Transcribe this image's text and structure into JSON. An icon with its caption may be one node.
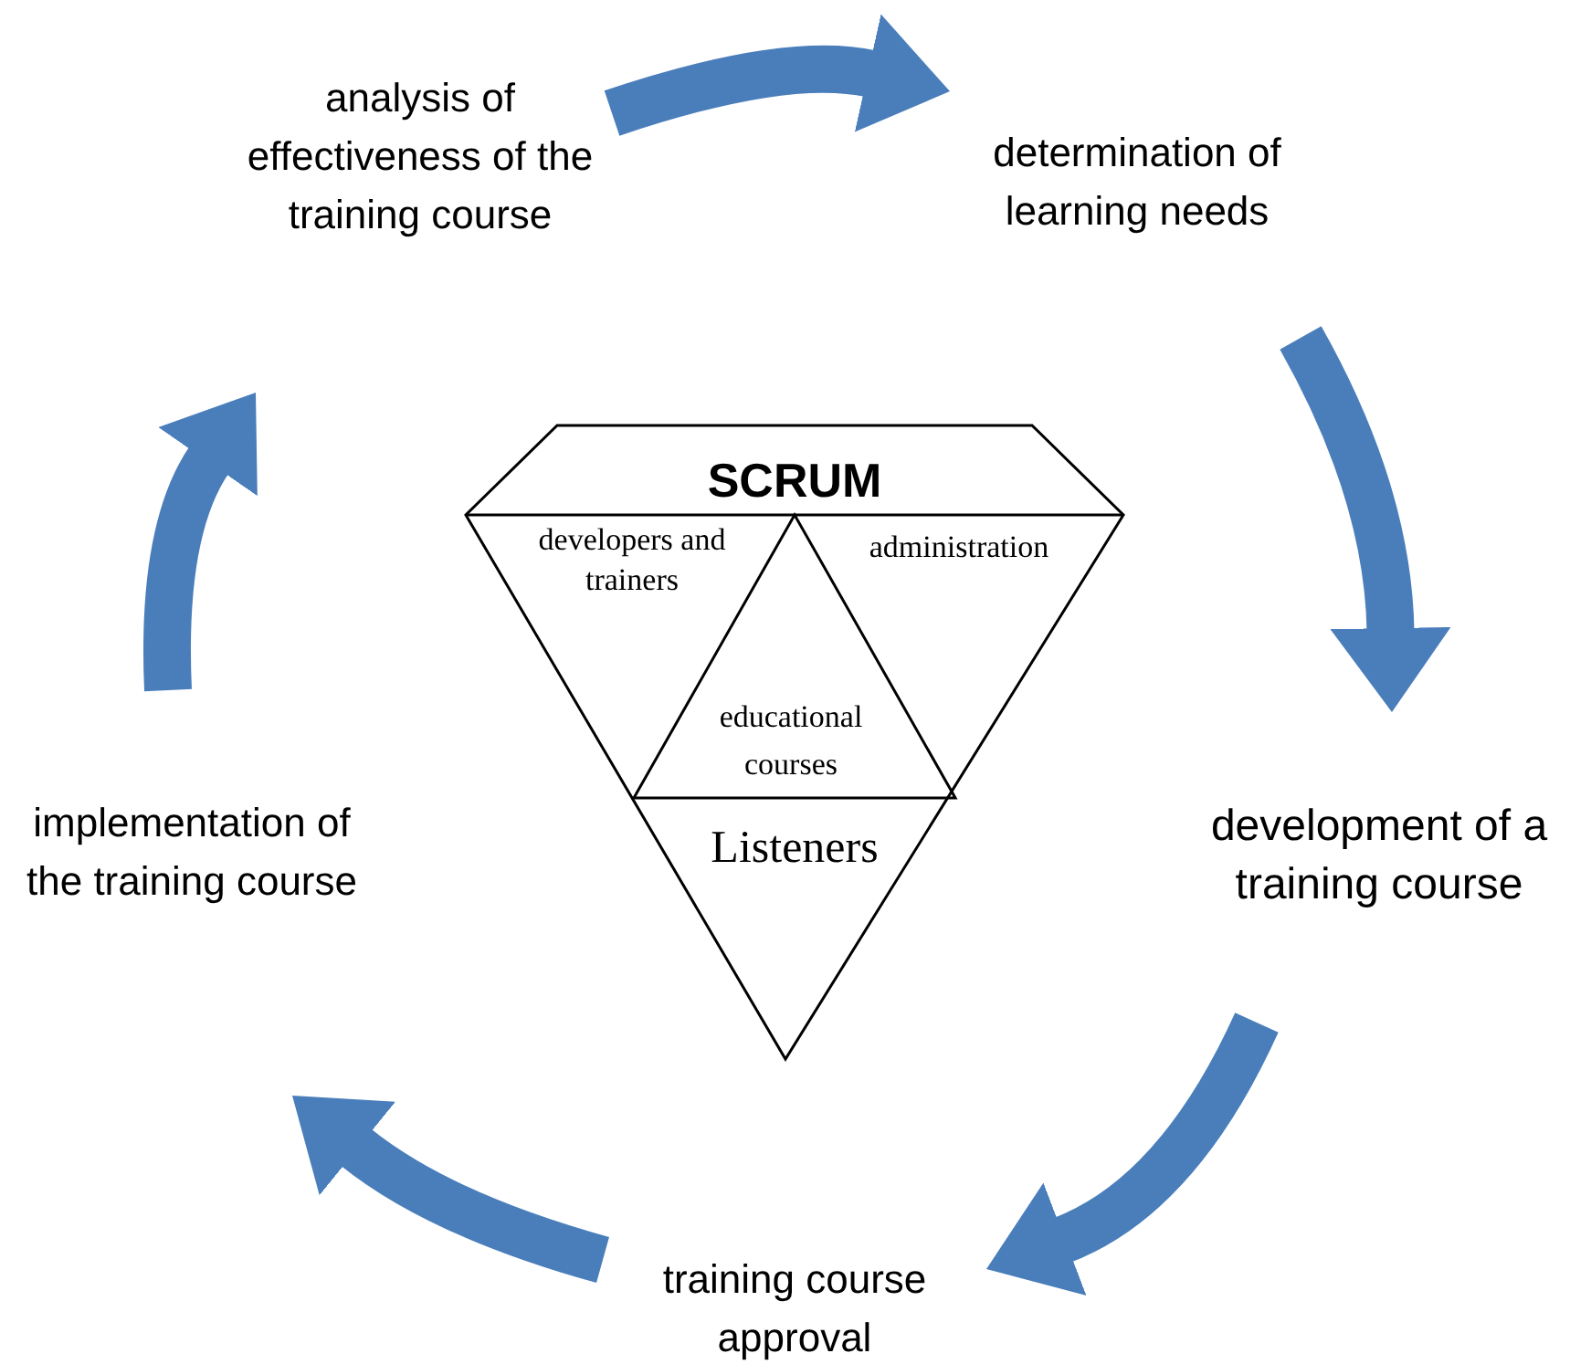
{
  "diagram": {
    "nodes": [
      {
        "text": [
          "analysis of effectiveness of the training course"
        ]
      },
      {
        "text": [
          "determination of learning needs"
        ]
      },
      {
        "text": [
          "SCRUM",
          "developers and trainers",
          "administration",
          "educational courses",
          "Listeners"
        ]
      },
      {
        "text": [
          "development of a training course"
        ]
      },
      {
        "text": [
          "implementation of the training course"
        ]
      },
      {
        "text": [
          "training course approval"
        ]
      }
    ],
    "edges": [
      {
        "from": 0,
        "to": 1,
        "arrow": "to"
      },
      {
        "from": 1,
        "to": 3,
        "arrow": "to"
      },
      {
        "from": 3,
        "to": 5,
        "arrow": "to"
      },
      {
        "from": 5,
        "to": 4,
        "arrow": "to"
      },
      {
        "from": 4,
        "to": 0,
        "arrow": "to"
      }
    ]
  }
}
